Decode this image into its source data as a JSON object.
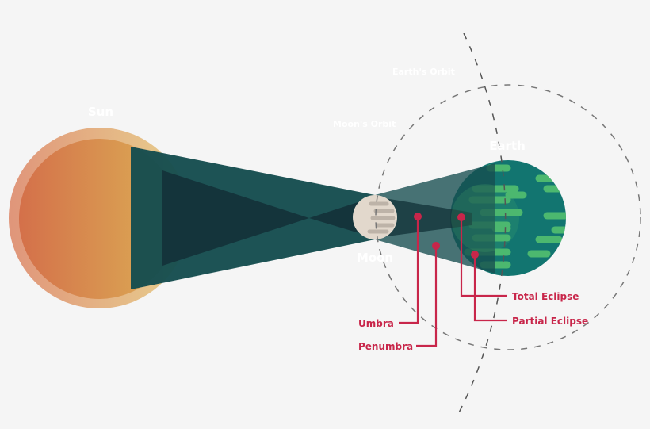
{
  "labels": {
    "sun": "Sun",
    "moon": "Moon",
    "earth": "Earth",
    "moons_orbit": "Moon's Orbit",
    "earths_orbit": "Earth's Orbit"
  },
  "callouts": {
    "umbra": "Umbra",
    "penumbra": "Penumbra",
    "total_eclipse": "Total Eclipse",
    "partial_eclipse": "Partial Eclipse"
  },
  "colors": {
    "background": "#f5f5f5",
    "sun_inner_start": "#d4704a",
    "sun_inner_end": "#dcb055",
    "penumbra": "#164d50",
    "umbra": "#14343b",
    "moon": "#e2d8cc",
    "earth_ocean": "#127570",
    "earth_land": "#4cb86f",
    "callout": "#c8264a",
    "orbit": "#777777",
    "label": "#ffffff"
  }
}
